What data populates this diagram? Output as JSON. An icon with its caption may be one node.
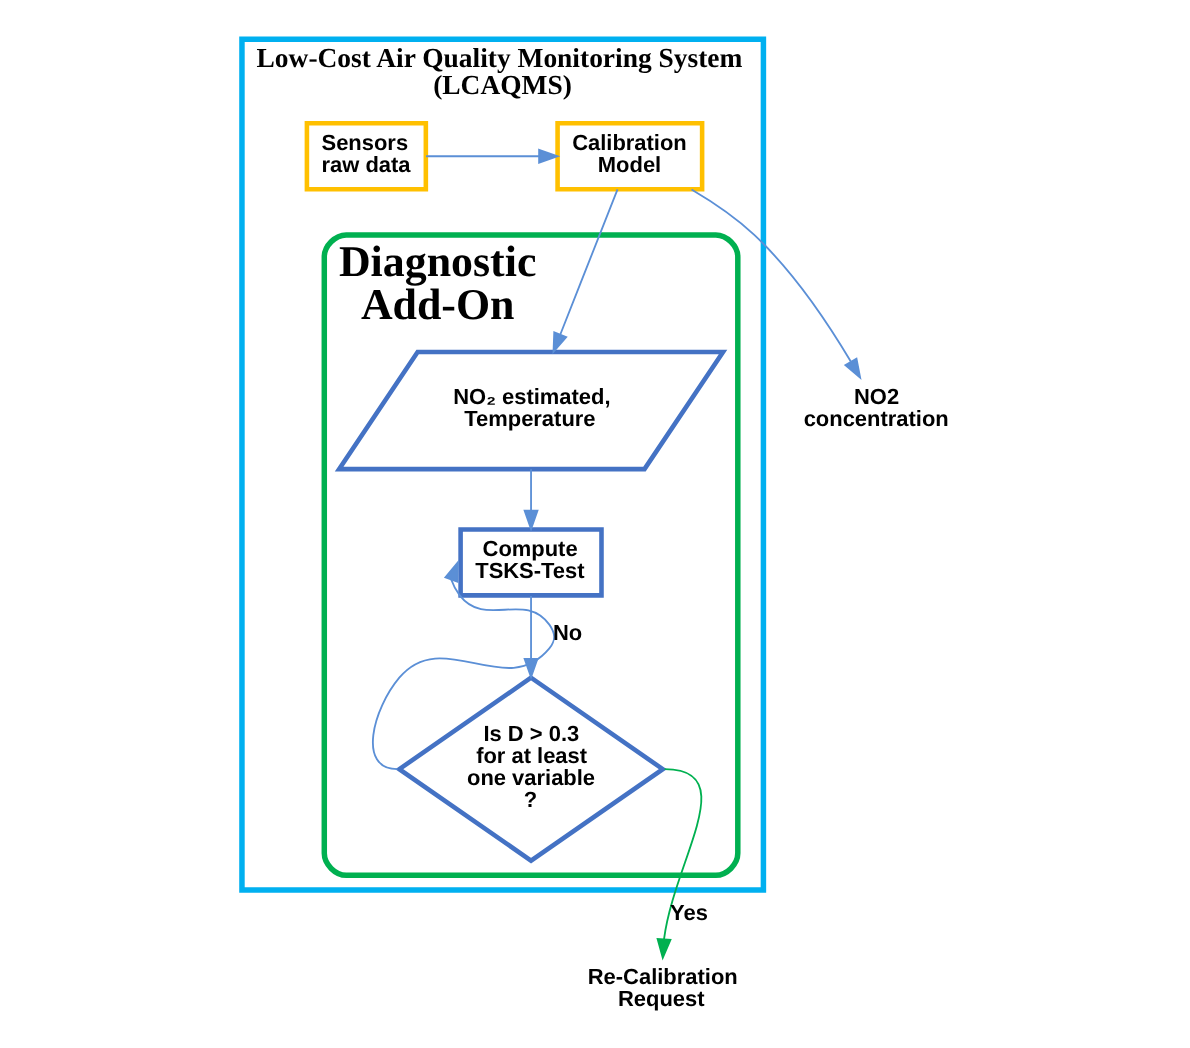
{
  "diagram": {
    "nodes": [
      {
        "text": [
          "Low-Cost Air Quality Monitoring System (LCAQMS)"
        ]
      },
      {
        "text": [
          "Sensors raw data"
        ],
        "in": 0
      },
      {
        "text": [
          "Calibration Model"
        ],
        "in": 0
      },
      {
        "text": [
          "Diagnostic Add-On"
        ],
        "in": 0
      },
      {
        "text": [
          "NO₂ estimated, Temperature"
        ],
        "in": 3
      },
      {
        "text": [
          "Compute TSKS-Test"
        ],
        "in": 3
      },
      {
        "text": [
          "Is D > 0.3 for at least one variable ?"
        ],
        "in": 3
      },
      {
        "text": [
          "NO2 concentration"
        ]
      },
      {
        "text": [
          "Re-Calibration Request"
        ]
      }
    ],
    "edges": [
      {
        "from": 1,
        "to": 2,
        "arrow": "to"
      },
      {
        "from": 2,
        "to": 7,
        "arrow": "to"
      },
      {
        "from": 2,
        "to": 4,
        "arrow": "to"
      },
      {
        "from": 4,
        "to": 5,
        "arrow": "to"
      },
      {
        "from": 5,
        "to": 6,
        "arrow": "to"
      },
      {
        "from": 6,
        "to": 5,
        "arrow": "to",
        "label": "No"
      },
      {
        "from": 6,
        "to": 8,
        "arrow": "to",
        "label": "Yes",
        "color": "#00b050"
      }
    ]
  }
}
